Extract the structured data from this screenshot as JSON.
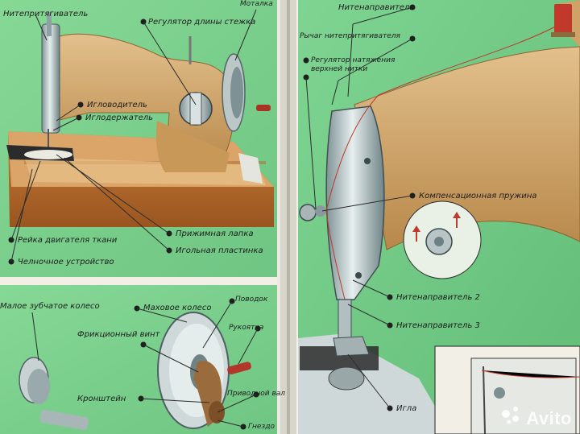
{
  "labels": {
    "nitepritjagivatel": "Нитепритягиватель",
    "regulator_dliny": "Регулятор длины стежка",
    "matalka": "Моталка",
    "iglovoditel": "Игловодитель",
    "igloderzhatel": "Иглодержатель",
    "reika": "Рейка двигателя ткани",
    "chelnoe": "Челночное устройство",
    "prizhimnaya": "Прижимная лапка",
    "igolnaya": "Игольная пластинка",
    "malo_zubch": "Малое зубчатое колесо",
    "makhovoe": "Маховое колесо",
    "podvod": "Поводок",
    "frikc": "Фрикционный винт",
    "rukoyatka": "Рукоятка",
    "kronshtein": "Кронштейн",
    "privodnoi": "Приводной вал",
    "gnezdo": "Гнездо",
    "nitenapr": "Нитенаправитель",
    "rychag": "Рычаг нитепритягивателя",
    "regulator_natyazh_1": "Регулятор натяжения",
    "regulator_natyazh_2": "верхней нитки",
    "kompens": "Компенсационная пружина",
    "nitenapr2": "Нитенаправитель 2",
    "nitenapr3": "Нитенаправитель 3",
    "igla": "Игла"
  },
  "watermark": "Avito",
  "colors": {
    "page_green": "#7bd08c",
    "page_green_dark": "#5db870",
    "machine_beige": "#cfa268",
    "wood": "#b6692c",
    "leader_line": "#2c2c2c"
  }
}
